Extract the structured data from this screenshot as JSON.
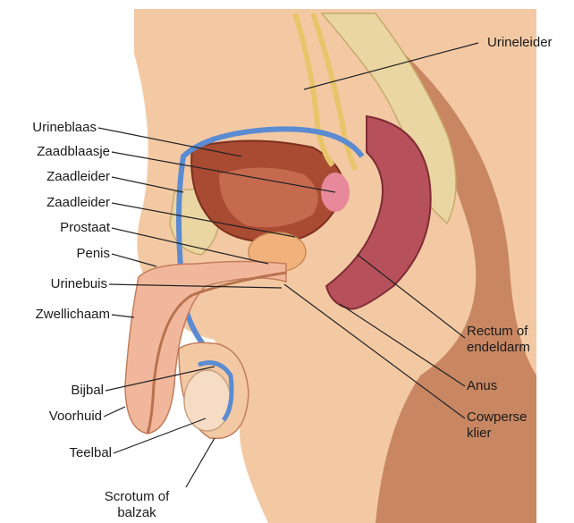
{
  "labels": {
    "urineleider": "Urineleider",
    "urineblaas": "Urineblaas",
    "zaadblaasje": "Zaadblaasje",
    "zaadleider_1": "Zaadleider",
    "zaadleider_2": "Zaadleider",
    "prostaat": "Prostaat",
    "penis": "Penis",
    "urinebuis": "Urinebuis",
    "zwellichaam": "Zwellichaam",
    "rectum_1": "Rectum of",
    "rectum_2": "endeldarm",
    "anus": "Anus",
    "cowperse_1": "Cowperse",
    "cowperse_2": "klier",
    "bijbal": "Bijbal",
    "voorhuid": "Voorhuid",
    "teelbal": "Teelbal",
    "scrotum_1": "Scrotum of",
    "scrotum_2": "balzak"
  },
  "colors": {
    "skin": "#f3c9a4",
    "skin_shadow": "#b8724d",
    "bladder": "#a94a33",
    "vessel": "#5b8bd1",
    "ureter": "#e8c56a",
    "rectum": "#b6505a",
    "bone": "#ead6a3"
  }
}
